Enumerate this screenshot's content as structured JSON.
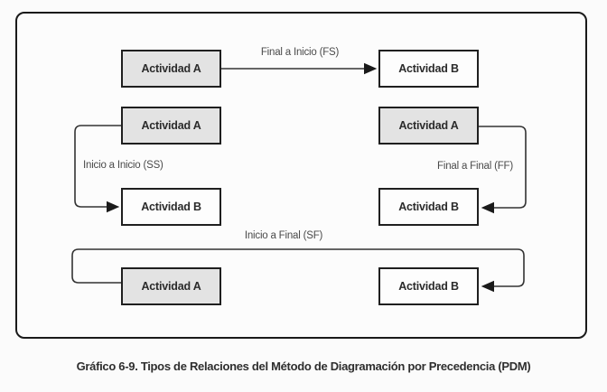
{
  "caption": "Gráfico 6-9. Tipos de Relaciones del Método de Diagramación por Precedencia (PDM)",
  "activities": {
    "a": "Actividad A",
    "b": "Actividad B"
  },
  "relationships": [
    {
      "key": "fs",
      "label": "Final a Inicio (FS)",
      "from": "Actividad A",
      "to": "Actividad B"
    },
    {
      "key": "ss",
      "label": "Inicio a Inicio (SS)",
      "from": "Actividad A",
      "to": "Actividad B"
    },
    {
      "key": "ff",
      "label": "Final a Final (FF)",
      "from": "Actividad A",
      "to": "Actividad B"
    },
    {
      "key": "sf",
      "label": "Inicio a Final (SF)",
      "from": "Actividad A",
      "to": "Actividad B"
    }
  ],
  "colors": {
    "predecessor_fill": "#e3e3e3",
    "successor_fill": "#fdfdfd",
    "box_border": "#1f1f1f",
    "connector_line": "#333333",
    "connector_label": "#4a4a4a",
    "box_text": "#2b2b2b",
    "frame_border": "#1a1a1a",
    "background": "#fbfbfb"
  }
}
